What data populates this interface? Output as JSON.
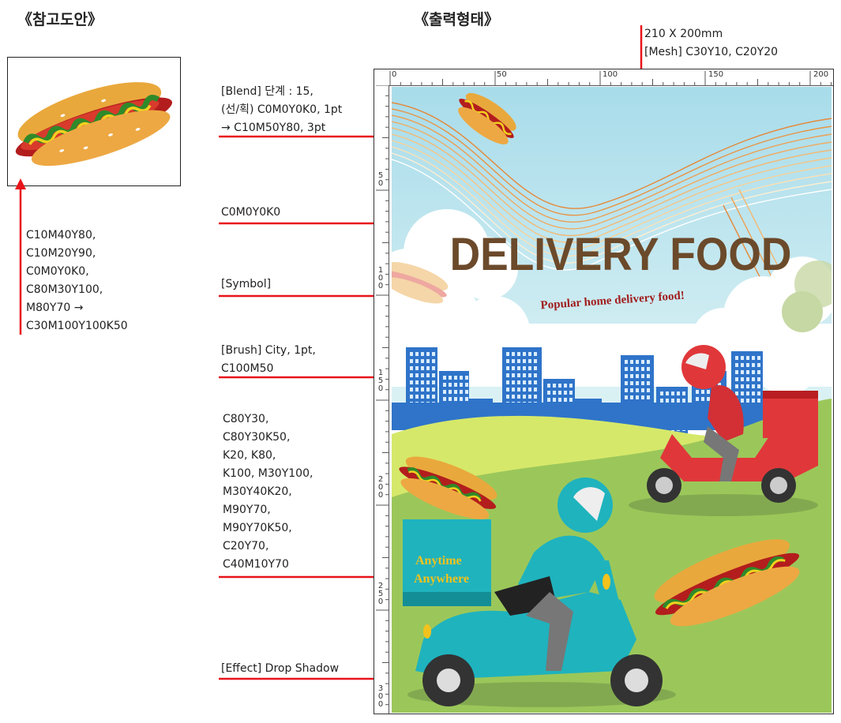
{
  "headings": {
    "reference": "《참고도안》",
    "output": "《출력형태》"
  },
  "size_note": {
    "line1": "210 X 200mm",
    "line2": "[Mesh] C30Y10, C20Y20"
  },
  "reference_colors": [
    "C10M40Y80,",
    "C10M20Y90,",
    "C0M0Y0K0,",
    "C80M30Y100,",
    "M80Y70 →",
    "C30M100Y100K50"
  ],
  "annotations": {
    "blend": [
      "[Blend] 단계 : 15,",
      "(선/획) C0M0Y0K0, 1pt",
      " → C10M50Y80, 3pt"
    ],
    "white": [
      "C0M0Y0K0"
    ],
    "symbol": [
      "[Symbol]"
    ],
    "brush": [
      "[Brush] City, 1pt,",
      "C100M50"
    ],
    "colors": [
      "C80Y30,",
      "C80Y30K50,",
      "K20, K80,",
      "K100, M30Y100,",
      "M30Y40K20,",
      "M90Y70,",
      "M90Y70K50,",
      "C20Y70,",
      "C40M10Y70"
    ],
    "effect": [
      "[Effect] Drop Shadow"
    ]
  },
  "ruler": {
    "top": [
      "0",
      "50",
      "100",
      "150",
      "200"
    ],
    "left": [
      "5\n0",
      "1\n0\n0",
      "1\n5\n0",
      "2\n0\n0",
      "2\n5\n0",
      "3\n0\n0"
    ]
  },
  "poster": {
    "title": "DELIVERY FOOD",
    "subtitle": "Popular home delivery food!",
    "box_line1": "Anytime",
    "box_line2": "Anywhere"
  },
  "colors": {
    "arrow": "#e8141b",
    "sky": "#bfe5ef",
    "title": "#6b4a2b",
    "subtitle": "#a11d1d",
    "building": "#2f74c9",
    "grass": "#9bc75a",
    "hill": "#d6e86a",
    "teal": "#1fb3be",
    "red_scooter": "#e0383a",
    "box_text": "#f3c21c"
  }
}
